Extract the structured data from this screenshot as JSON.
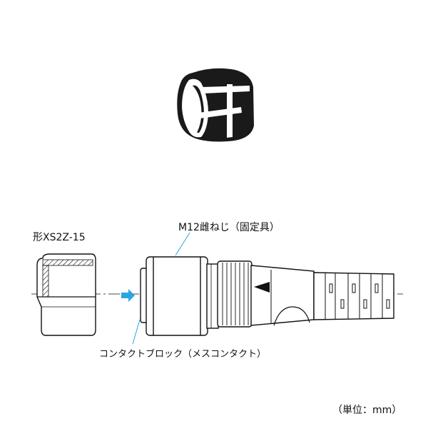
{
  "labels": {
    "model": "形XS2Z-15",
    "nut": "M12雌ねじ（固定具）",
    "contact_block": "コンタクトブロック（メスコンタクト）",
    "unit": "（単位：mm）"
  },
  "colors": {
    "line": "#111111",
    "arrow": "#2aa6e0",
    "leader": "#2aa6e0"
  },
  "icons": {
    "ring_part": "ring-icon",
    "cap_part": "cap-icon",
    "insertion_arrow": "arrow-right-icon"
  }
}
